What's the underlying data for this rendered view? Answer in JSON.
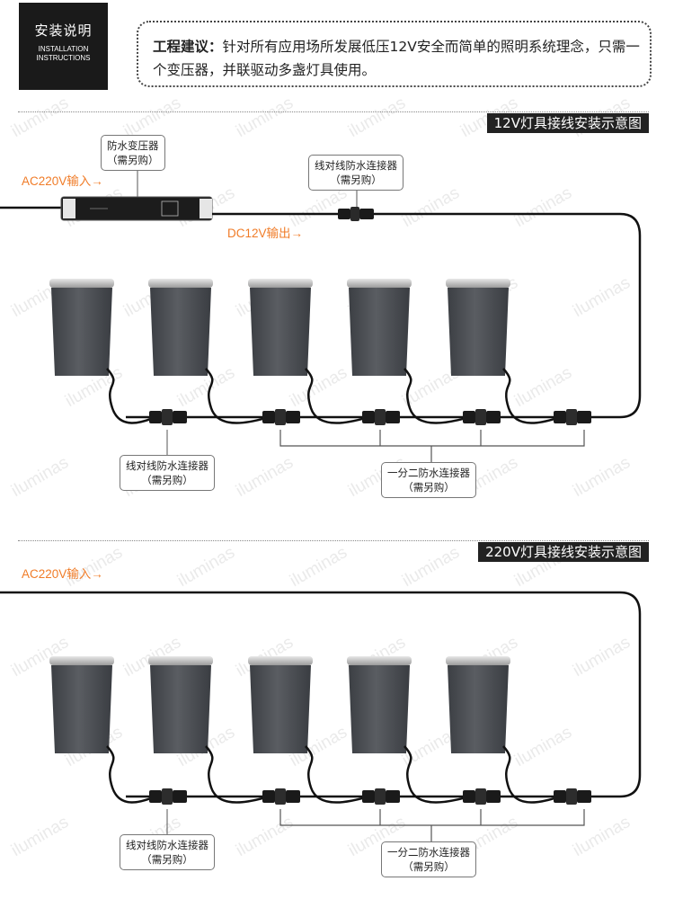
{
  "header": {
    "title_cn": "安装说明",
    "title_en_line1": "INSTALLATION",
    "title_en_line2": "INSTRUCTIONS",
    "note_label": "工程建议：",
    "note_text": "针对所有应用场所发展低压12V安全而简单的照明系统理念，只需一个变压器，并联驱动多盏灯具使用。"
  },
  "section_12v": {
    "title": "12V灯具接线安装示意图",
    "transformer_label": "防水变压器",
    "transformer_sub": "（需另购）",
    "input_label": "AC220V输入→",
    "output_label": "DC12V输出→",
    "top_connector_label": "线对线防水连接器",
    "top_connector_sub": "（需另购）",
    "left_connector_label": "线对线防水连接器",
    "left_connector_sub": "（需另购）",
    "splitter_label": "一分二防水连接器",
    "splitter_sub": "（需另购）"
  },
  "section_220v": {
    "title": "220V灯具接线安装示意图",
    "input_label": "AC220V输入→",
    "left_connector_label": "线对线防水连接器",
    "left_connector_sub": "（需另购）",
    "splitter_label": "一分二防水连接器",
    "splitter_sub": "（需另购）"
  },
  "watermark": "iluminas",
  "colors": {
    "accent": "#f07c28",
    "dark": "#1a1a1a",
    "lamp_body": "#4a4d52"
  }
}
